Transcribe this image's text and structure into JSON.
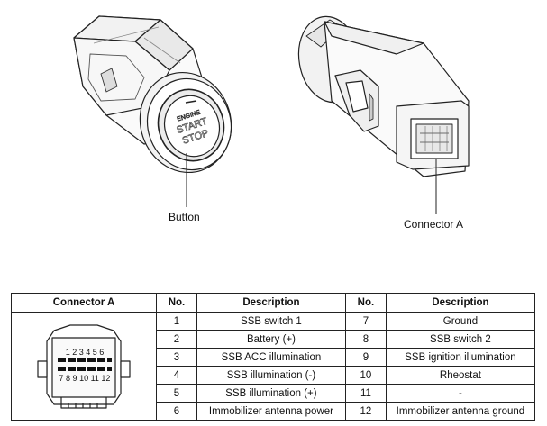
{
  "figure": {
    "labels": {
      "button": "Button",
      "connector": "Connector A"
    },
    "button_face_text": [
      "ENGINE",
      "START",
      "STOP"
    ]
  },
  "pin_table": {
    "headers": {
      "connector": "Connector A",
      "no1": "No.",
      "desc1": "Description",
      "no2": "No.",
      "desc2": "Description"
    },
    "connector_pins_top": "1 2 3 4 5 6",
    "connector_pins_bottom": "7 8 9 10 11 12",
    "rows": [
      {
        "no1": "1",
        "desc1": "SSB switch 1",
        "no2": "7",
        "desc2": "Ground"
      },
      {
        "no1": "2",
        "desc1": "Battery (+)",
        "no2": "8",
        "desc2": "SSB switch 2"
      },
      {
        "no1": "3",
        "desc1": "SSB ACC illumination",
        "no2": "9",
        "desc2": "SSB ignition illumination"
      },
      {
        "no1": "4",
        "desc1": "SSB illumination (-)",
        "no2": "10",
        "desc2": "Rheostat"
      },
      {
        "no1": "5",
        "desc1": "SSB illumination (+)",
        "no2": "11",
        "desc2": "-"
      },
      {
        "no1": "6",
        "desc1": "Immobilizer antenna power",
        "no2": "12",
        "desc2": "Immobilizer antenna ground"
      }
    ]
  }
}
